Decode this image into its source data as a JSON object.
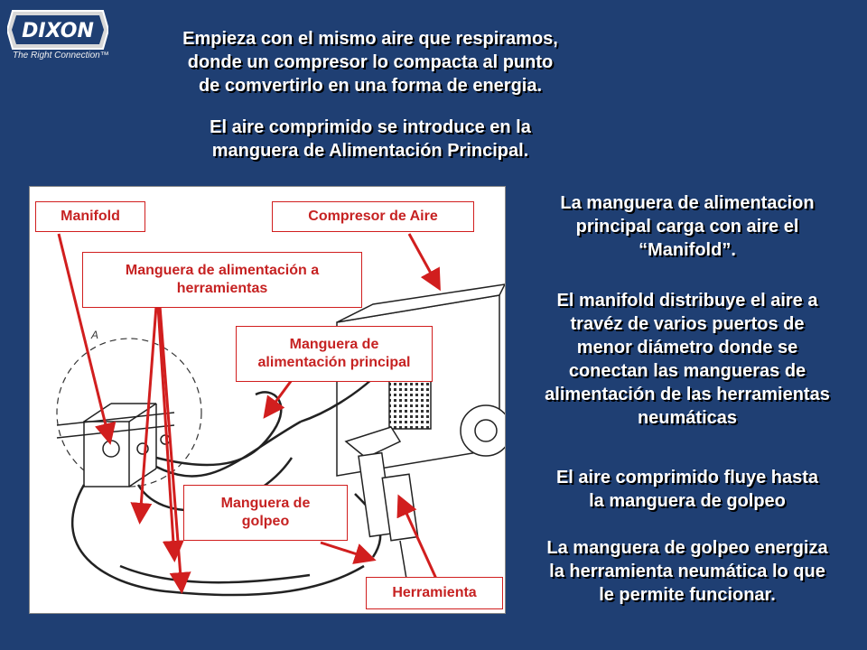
{
  "logo": {
    "brand": "DIXON",
    "tagline": "The Right Connection™"
  },
  "header": {
    "line1": "Empieza con el mismo aire que respiramos,\ndonde un compresor lo compacta al punto\nde comvertirlo en una forma de energia.",
    "line2": "El aire comprimido se introduce en la\nmanguera de Alimentación Principal."
  },
  "side_text": {
    "p1": "La manguera de alimentacion\nprincipal carga con aire el\n“Manifold”.",
    "p2": "El manifold distribuye el aire a\ntravéz de varios puertos de\nmenor diámetro donde se\nconectan las mangueras de\nalimentación de las herramientas\nneumáticas",
    "p3": "El aire comprimido fluye hasta\nla manguera de golpeo",
    "p4": "La manguera de golpeo energiza\nla herramienta neumática lo que\nle permite funcionar."
  },
  "labels": {
    "manifold": "Manifold",
    "compresor": "Compresor de Aire",
    "manguera_herr": "Manguera de alimentación a\nherramientas",
    "manguera_principal": "Manguera de\nalimentación principal",
    "manguera_golpeo": "Manguera de\ngolpeo",
    "herramienta": "Herramienta"
  },
  "colors": {
    "background": "#1f3f73",
    "label_red": "#c62222",
    "arrow_red": "#d11e1e"
  }
}
